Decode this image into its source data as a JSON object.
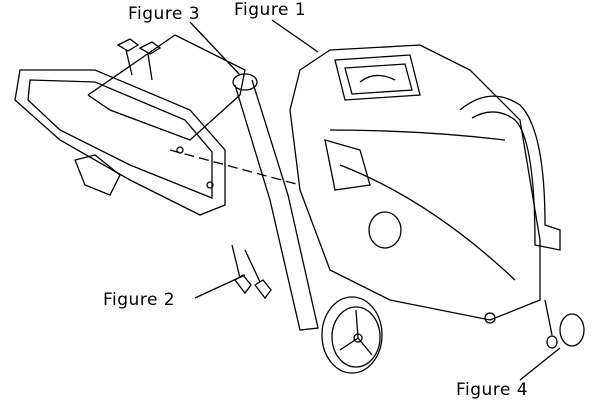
{
  "callouts": {
    "figure1": "Figure 1",
    "figure2": "Figure 2",
    "figure3": "Figure 3",
    "figure4": "Figure 4"
  }
}
